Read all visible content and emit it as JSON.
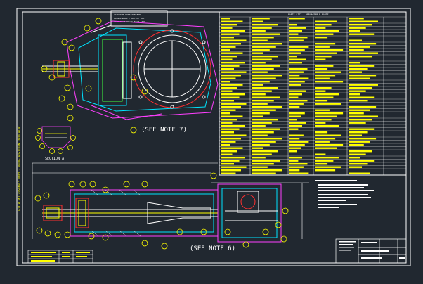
{
  "colors": {
    "background": "#212830",
    "frame": "#ffffff",
    "yellow": "#ffff00",
    "cyan": "#00e5ff",
    "red": "#ff3030",
    "magenta": "#ff40ff",
    "green": "#40ff40"
  },
  "drawing": {
    "note_top": "(SEE NOTE 7)",
    "note_bottom": "(SEE NOTE 6)",
    "section_label": "SECTION A",
    "parts_list_title": "PARTS LIST - REPLACEABLE PARTS",
    "side_note": "FOR PLANT ASSEMBLY ONLY - VALVE POSITION INDICATOR"
  }
}
